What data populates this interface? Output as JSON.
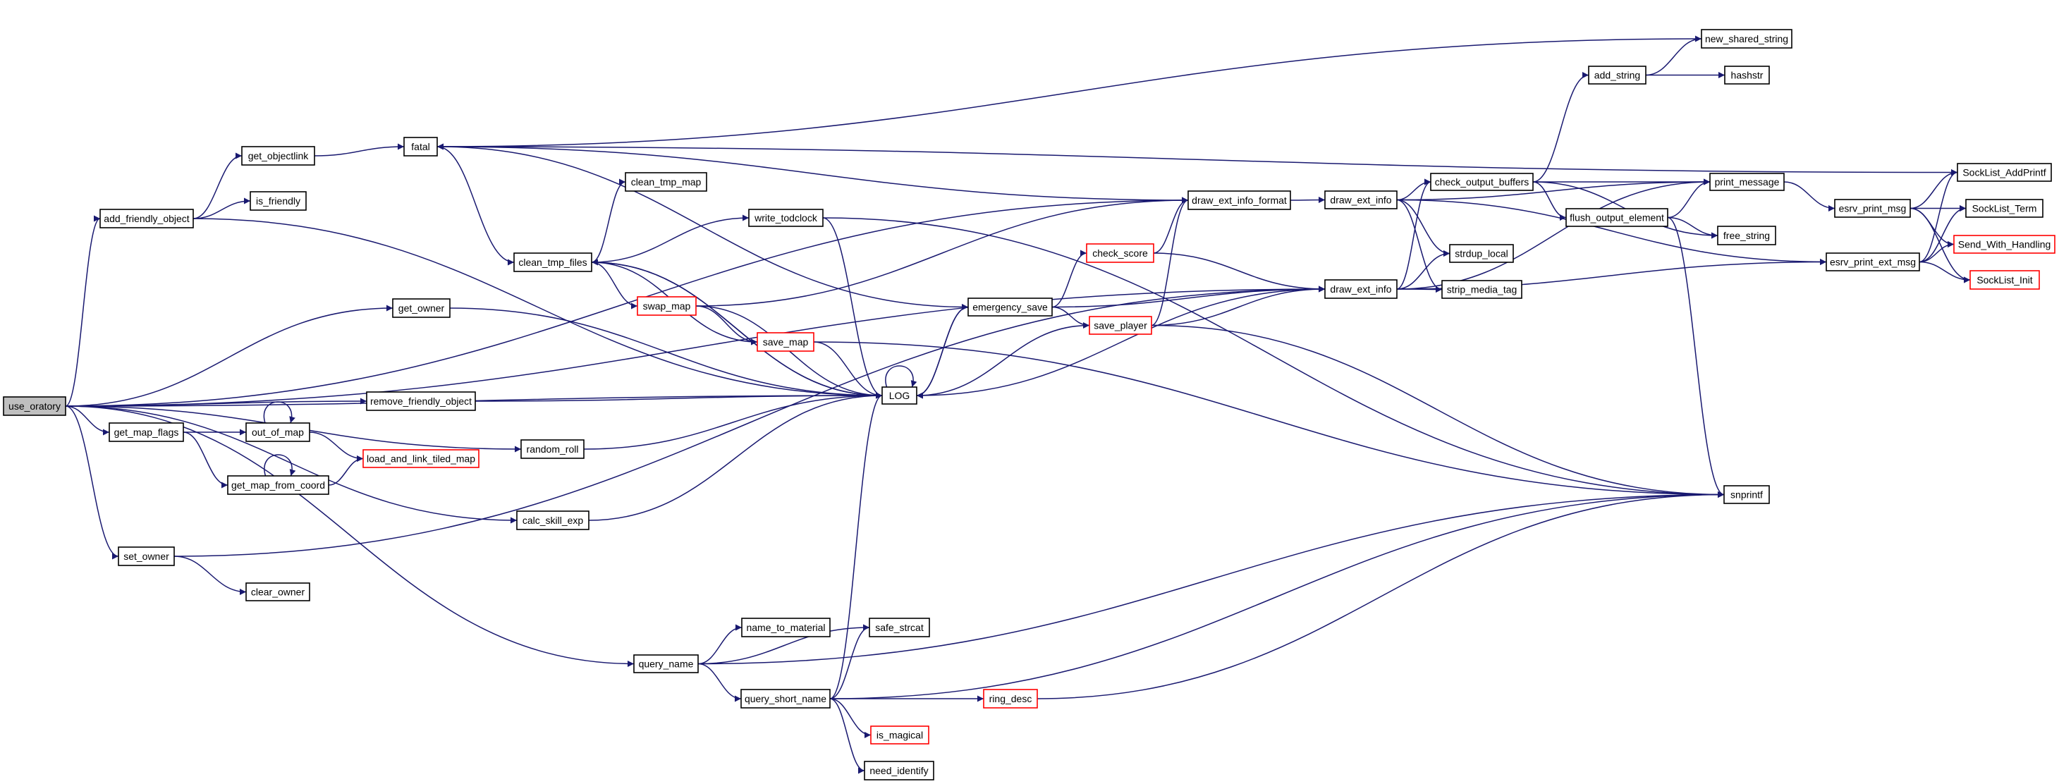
{
  "colors": {
    "edge": "#191970",
    "node_border": "#000000",
    "truncated_border": "#ff0000",
    "root_fill": "#bfbfbf",
    "node_fill": "#ffffff"
  },
  "nodes": [
    {
      "id": "use_oratory",
      "label": "use_oratory",
      "kind": "root"
    },
    {
      "id": "add_friendly_object",
      "label": "add_friendly_object",
      "kind": "normal"
    },
    {
      "id": "get_objectlink",
      "label": "get_objectlink",
      "kind": "normal"
    },
    {
      "id": "is_friendly",
      "label": "is_friendly",
      "kind": "normal"
    },
    {
      "id": "fatal",
      "label": "fatal",
      "kind": "normal"
    },
    {
      "id": "get_owner",
      "label": "get_owner",
      "kind": "normal"
    },
    {
      "id": "remove_friendly_object",
      "label": "remove_friendly_object",
      "kind": "normal"
    },
    {
      "id": "get_map_flags",
      "label": "get_map_flags",
      "kind": "normal"
    },
    {
      "id": "out_of_map",
      "label": "out_of_map",
      "kind": "normal"
    },
    {
      "id": "get_map_from_coord",
      "label": "get_map_from_coord",
      "kind": "normal"
    },
    {
      "id": "load_and_link_tiled_map",
      "label": "load_and_link_tiled_map",
      "kind": "truncated"
    },
    {
      "id": "random_roll",
      "label": "random_roll",
      "kind": "normal"
    },
    {
      "id": "calc_skill_exp",
      "label": "calc_skill_exp",
      "kind": "normal"
    },
    {
      "id": "set_owner",
      "label": "set_owner",
      "kind": "normal"
    },
    {
      "id": "clear_owner",
      "label": "clear_owner",
      "kind": "normal"
    },
    {
      "id": "query_name",
      "label": "query_name",
      "kind": "normal"
    },
    {
      "id": "clean_tmp_files",
      "label": "clean_tmp_files",
      "kind": "normal"
    },
    {
      "id": "clean_tmp_map",
      "label": "clean_tmp_map",
      "kind": "normal"
    },
    {
      "id": "write_todclock",
      "label": "write_todclock",
      "kind": "normal"
    },
    {
      "id": "swap_map",
      "label": "swap_map",
      "kind": "truncated"
    },
    {
      "id": "save_map",
      "label": "save_map",
      "kind": "truncated"
    },
    {
      "id": "LOG",
      "label": "LOG",
      "kind": "normal"
    },
    {
      "id": "emergency_save",
      "label": "emergency_save",
      "kind": "normal"
    },
    {
      "id": "check_score",
      "label": "check_score",
      "kind": "truncated"
    },
    {
      "id": "save_player",
      "label": "save_player",
      "kind": "truncated"
    },
    {
      "id": "draw_ext_info_format",
      "label": "draw_ext_info_format",
      "kind": "normal"
    },
    {
      "id": "draw_ext_info_a",
      "label": "draw_ext_info",
      "kind": "normal"
    },
    {
      "id": "draw_ext_info_b",
      "label": "draw_ext_info",
      "kind": "normal"
    },
    {
      "id": "check_output_buffers",
      "label": "check_output_buffers",
      "kind": "normal"
    },
    {
      "id": "add_string",
      "label": "add_string",
      "kind": "normal"
    },
    {
      "id": "new_shared_string",
      "label": "new_shared_string",
      "kind": "normal"
    },
    {
      "id": "hashstr",
      "label": "hashstr",
      "kind": "normal"
    },
    {
      "id": "print_message",
      "label": "print_message",
      "kind": "normal"
    },
    {
      "id": "flush_output_element",
      "label": "flush_output_element",
      "kind": "normal"
    },
    {
      "id": "free_string",
      "label": "free_string",
      "kind": "normal"
    },
    {
      "id": "strdup_local",
      "label": "strdup_local",
      "kind": "normal"
    },
    {
      "id": "strip_media_tag",
      "label": "strip_media_tag",
      "kind": "normal"
    },
    {
      "id": "esrv_print_msg",
      "label": "esrv_print_msg",
      "kind": "normal"
    },
    {
      "id": "esrv_print_ext_msg",
      "label": "esrv_print_ext_msg",
      "kind": "normal"
    },
    {
      "id": "SockList_AddPrintf",
      "label": "SockList_AddPrintf",
      "kind": "normal"
    },
    {
      "id": "SockList_Term",
      "label": "SockList_Term",
      "kind": "normal"
    },
    {
      "id": "Send_With_Handling",
      "label": "Send_With_Handling",
      "kind": "truncated"
    },
    {
      "id": "SockList_Init",
      "label": "SockList_Init",
      "kind": "truncated"
    },
    {
      "id": "snprintf",
      "label": "snprintf",
      "kind": "normal"
    },
    {
      "id": "name_to_material",
      "label": "name_to_material",
      "kind": "normal"
    },
    {
      "id": "safe_strcat",
      "label": "safe_strcat",
      "kind": "normal"
    },
    {
      "id": "query_short_name",
      "label": "query_short_name",
      "kind": "normal"
    },
    {
      "id": "is_magical",
      "label": "is_magical",
      "kind": "truncated"
    },
    {
      "id": "ring_desc",
      "label": "ring_desc",
      "kind": "truncated"
    },
    {
      "id": "need_identify",
      "label": "need_identify",
      "kind": "normal"
    }
  ],
  "edges": [
    [
      "use_oratory",
      "add_friendly_object"
    ],
    [
      "use_oratory",
      "get_owner"
    ],
    [
      "use_oratory",
      "remove_friendly_object"
    ],
    [
      "use_oratory",
      "get_map_flags"
    ],
    [
      "use_oratory",
      "random_roll"
    ],
    [
      "use_oratory",
      "calc_skill_exp"
    ],
    [
      "use_oratory",
      "set_owner"
    ],
    [
      "use_oratory",
      "query_name"
    ],
    [
      "use_oratory",
      "draw_ext_info_format"
    ],
    [
      "use_oratory",
      "draw_ext_info_b"
    ],
    [
      "use_oratory",
      "LOG"
    ],
    [
      "add_friendly_object",
      "get_objectlink"
    ],
    [
      "add_friendly_object",
      "is_friendly"
    ],
    [
      "add_friendly_object",
      "LOG"
    ],
    [
      "get_objectlink",
      "fatal"
    ],
    [
      "fatal",
      "clean_tmp_files"
    ],
    [
      "fatal",
      "emergency_save"
    ],
    [
      "fatal",
      "draw_ext_info_format"
    ],
    [
      "clean_tmp_files",
      "clean_tmp_map"
    ],
    [
      "clean_tmp_files",
      "write_todclock"
    ],
    [
      "clean_tmp_files",
      "swap_map"
    ],
    [
      "clean_tmp_files",
      "save_map"
    ],
    [
      "clean_tmp_files",
      "LOG"
    ],
    [
      "write_todclock",
      "LOG"
    ],
    [
      "write_todclock",
      "snprintf"
    ],
    [
      "swap_map",
      "LOG"
    ],
    [
      "swap_map",
      "save_map"
    ],
    [
      "swap_map",
      "draw_ext_info_format"
    ],
    [
      "save_map",
      "LOG"
    ],
    [
      "save_map",
      "snprintf"
    ],
    [
      "LOG",
      "LOG"
    ],
    [
      "LOG",
      "clean_tmp_files"
    ],
    [
      "LOG",
      "emergency_save"
    ],
    [
      "emergency_save",
      "LOG"
    ],
    [
      "emergency_save",
      "check_score"
    ],
    [
      "emergency_save",
      "save_player"
    ],
    [
      "emergency_save",
      "draw_ext_info_b"
    ],
    [
      "check_score",
      "draw_ext_info_format"
    ],
    [
      "check_score",
      "draw_ext_info_b"
    ],
    [
      "save_player",
      "LOG"
    ],
    [
      "save_player",
      "draw_ext_info_format"
    ],
    [
      "save_player",
      "draw_ext_info_b"
    ],
    [
      "save_player",
      "snprintf"
    ],
    [
      "draw_ext_info_format",
      "draw_ext_info_a"
    ],
    [
      "draw_ext_info_a",
      "check_output_buffers"
    ],
    [
      "draw_ext_info_a",
      "print_message"
    ],
    [
      "draw_ext_info_a",
      "strdup_local"
    ],
    [
      "draw_ext_info_a",
      "strip_media_tag"
    ],
    [
      "draw_ext_info_a",
      "esrv_print_ext_msg"
    ],
    [
      "draw_ext_info_b",
      "check_output_buffers"
    ],
    [
      "draw_ext_info_b",
      "print_message"
    ],
    [
      "draw_ext_info_b",
      "strdup_local"
    ],
    [
      "draw_ext_info_b",
      "strip_media_tag"
    ],
    [
      "draw_ext_info_b",
      "esrv_print_ext_msg"
    ],
    [
      "draw_ext_info_b",
      "LOG"
    ],
    [
      "check_output_buffers",
      "add_string"
    ],
    [
      "check_output_buffers",
      "print_message"
    ],
    [
      "check_output_buffers",
      "flush_output_element"
    ],
    [
      "check_output_buffers",
      "free_string"
    ],
    [
      "add_string",
      "new_shared_string"
    ],
    [
      "add_string",
      "hashstr"
    ],
    [
      "new_shared_string",
      "fatal"
    ],
    [
      "flush_output_element",
      "print_message"
    ],
    [
      "flush_output_element",
      "free_string"
    ],
    [
      "flush_output_element",
      "snprintf"
    ],
    [
      "print_message",
      "esrv_print_msg"
    ],
    [
      "esrv_print_msg",
      "SockList_AddPrintf"
    ],
    [
      "esrv_print_msg",
      "SockList_Term"
    ],
    [
      "esrv_print_msg",
      "Send_With_Handling"
    ],
    [
      "esrv_print_msg",
      "SockList_Init"
    ],
    [
      "esrv_print_ext_msg",
      "SockList_AddPrintf"
    ],
    [
      "esrv_print_ext_msg",
      "SockList_Term"
    ],
    [
      "esrv_print_ext_msg",
      "Send_With_Handling"
    ],
    [
      "esrv_print_ext_msg",
      "SockList_Init"
    ],
    [
      "SockList_AddPrintf",
      "fatal"
    ],
    [
      "get_owner",
      "LOG"
    ],
    [
      "remove_friendly_object",
      "LOG"
    ],
    [
      "get_map_flags",
      "out_of_map"
    ],
    [
      "get_map_flags",
      "get_map_from_coord"
    ],
    [
      "out_of_map",
      "out_of_map"
    ],
    [
      "out_of_map",
      "load_and_link_tiled_map"
    ],
    [
      "get_map_from_coord",
      "get_map_from_coord"
    ],
    [
      "get_map_from_coord",
      "load_and_link_tiled_map"
    ],
    [
      "random_roll",
      "LOG"
    ],
    [
      "calc_skill_exp",
      "LOG"
    ],
    [
      "set_owner",
      "clear_owner"
    ],
    [
      "set_owner",
      "draw_ext_info_b"
    ],
    [
      "query_name",
      "name_to_material"
    ],
    [
      "query_name",
      "safe_strcat"
    ],
    [
      "query_name",
      "query_short_name"
    ],
    [
      "query_name",
      "snprintf"
    ],
    [
      "query_short_name",
      "safe_strcat"
    ],
    [
      "query_short_name",
      "is_magical"
    ],
    [
      "query_short_name",
      "ring_desc"
    ],
    [
      "query_short_name",
      "need_identify"
    ],
    [
      "query_short_name",
      "LOG"
    ],
    [
      "query_short_name",
      "snprintf"
    ],
    [
      "ring_desc",
      "snprintf"
    ]
  ]
}
